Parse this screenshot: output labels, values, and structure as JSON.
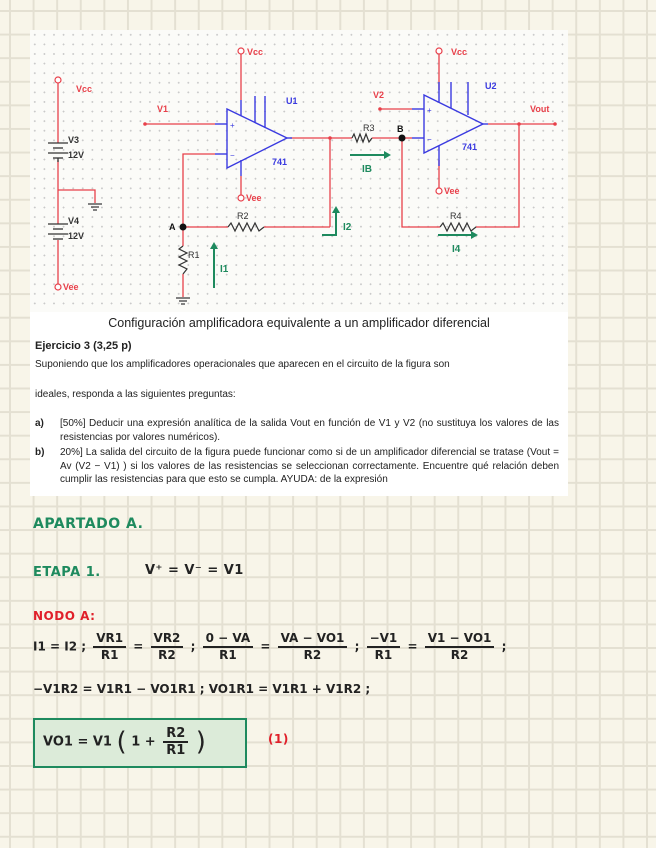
{
  "circuit": {
    "labels": {
      "vcc_left": "Vcc",
      "vee_left": "Vee",
      "v3": "V3",
      "v3_val": "12V",
      "v4": "V4",
      "v4_val": "12V",
      "v1": "V1",
      "v2": "V2",
      "u1": "U1",
      "u1_part": "741",
      "u2": "U2",
      "u2_part": "741",
      "vcc_u1": "Vcc",
      "vee_u1": "Vee",
      "vcc_u2": "Vcc",
      "vee_u2": "Vee",
      "r1": "R1",
      "r2": "R2",
      "r3": "R3",
      "r4": "R4",
      "vout": "Vout",
      "node_a": "A",
      "node_b": "B",
      "i1": "I1",
      "i2": "I2",
      "ib": "IB",
      "i4": "I4"
    },
    "colors": {
      "wire": "#e8404a",
      "opamp": "#3a3ae0",
      "annotation": "#1e8a5e",
      "component": "#333333"
    }
  },
  "document": {
    "caption": "Configuración amplificadora equivalente a un amplificador diferencial",
    "exercise_title": "Ejercicio 3 (3,25 p)",
    "intro_1": "Suponiendo que los amplificadores operacionales que aparecen en el circuito de la figura son",
    "intro_2": "ideales, responda a las siguientes preguntas:",
    "item_a_label": "a)",
    "item_a_text": "[50%] Deducir una expresión analítica de la salida Vout en función de V1 y V2 (no sustituya los valores de las resistencias por valores numéricos).",
    "item_b_label": "b)",
    "item_b_text": "20%] La salida del circuito de la figura puede funcionar como si de un amplificador diferencial se tratase (Vout = Av (V2 − V1) ) si los valores de las resistencias se seleccionan correctamente. Encuentre qué relación deben cumplir las resistencias para que esto se cumpla. AYUDA: de la expresión"
  },
  "notes": {
    "heading": "APARTADO A.",
    "stage": "ETAPA 1.",
    "stage_eq": "V⁺ = V⁻ = V1",
    "node": "NODO A:",
    "eq1": {
      "a": "I1 = I2 ;",
      "f1_num": "VR1",
      "f1_den": "R1",
      "eq": "=",
      "f2_num": "VR2",
      "f2_den": "R2",
      "sep1": ";",
      "f3_num": "0 − VA",
      "f3_den": "R1",
      "f4_num": "VA − VO1",
      "f4_den": "R2",
      "sep2": ";",
      "f5_num": "−V1",
      "f5_den": "R1",
      "f6_num": "V1 − VO1",
      "f6_den": "R2",
      "sep3": ";"
    },
    "eq2": "−V1R2 = V1R1 − VO1R1 ;  VO1R1 = V1R1 + V1R2 ;",
    "boxed": {
      "lhs": "VO1 = V1",
      "open": "(",
      "one": "1 +",
      "num": "R2",
      "den": "R1",
      "close": ")"
    },
    "eq_ref": "(1)"
  }
}
